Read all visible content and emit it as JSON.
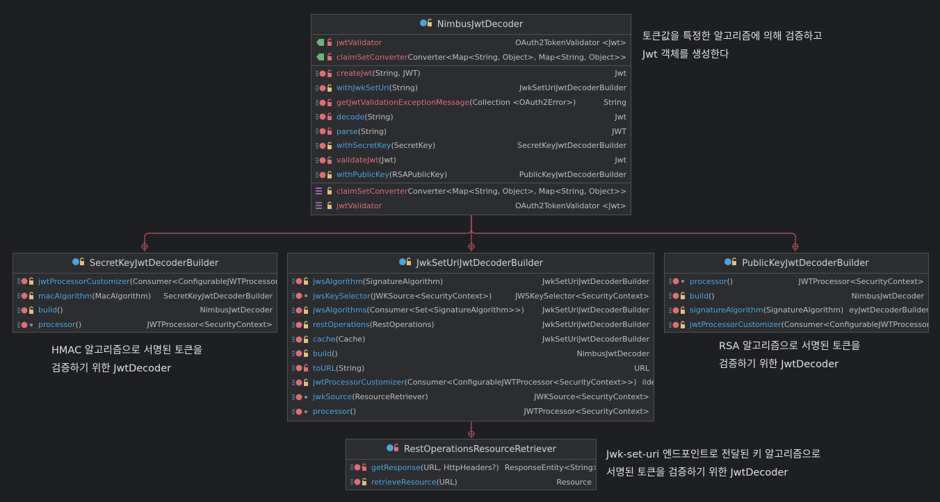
{
  "colors": {
    "background": "#1e1f22",
    "panel": "#2b2d30",
    "border": "#4e5157",
    "method": "#4aa3df",
    "field": "#e06c75",
    "connector": "#c7555f"
  },
  "classes": {
    "nimbus": {
      "title": "NimbusJwtDecoder",
      "fields": [
        {
          "name": "jwtValidator",
          "args": "",
          "type": "OAuth2TokenValidator <Jwt>"
        },
        {
          "name": "claimSetConverter",
          "args": "Converter<Map<String, Object>, Map<String, Object>>",
          "type": ""
        }
      ],
      "methods": [
        {
          "name": "createJwt",
          "args": "(String, JWT)",
          "type": "Jwt"
        },
        {
          "name": "withJwkSetUri",
          "args": "(String)",
          "type": "JwkSetUriJwtDecoderBuilder"
        },
        {
          "name": "getJwtValidationExceptionMessage",
          "args": "(Collection <OAuth2Error>)",
          "type": "String"
        },
        {
          "name": "decode",
          "args": "(String)",
          "type": "Jwt"
        },
        {
          "name": "parse",
          "args": "(String)",
          "type": "JWT"
        },
        {
          "name": "withSecretKey",
          "args": "(SecretKey)",
          "type": "SecretKeyJwtDecoderBuilder"
        },
        {
          "name": "validateJwt",
          "args": "(Jwt)",
          "type": "Jwt"
        },
        {
          "name": "withPublicKey",
          "args": "(RSAPublicKey)",
          "type": "PublicKeyJwtDecoderBuilder"
        }
      ],
      "properties": [
        {
          "name": "claimSetConverter",
          "args": "Converter<Map<String, Object>, Map<String, Object>>",
          "type": ""
        },
        {
          "name": "jwtValidator",
          "args": "",
          "type": "OAuth2TokenValidator <Jwt>"
        }
      ]
    },
    "secret": {
      "title": "SecretKeyJwtDecoderBuilder",
      "methods": [
        {
          "name": "jwtProcessorCustomizer",
          "args": "(Consumer<ConfigurableJWTProcessor",
          "type": ""
        },
        {
          "name": "macAlgorithm",
          "args": "(MacAlgorithm)",
          "type": "SecretKeyJwtDecoderBuilder"
        },
        {
          "name": "build",
          "args": "()",
          "type": "NimbusJwtDecoder"
        },
        {
          "name": "processor",
          "args": "()",
          "type": "JWTProcessor<SecurityContext>"
        }
      ]
    },
    "jwkset": {
      "title": "JwkSetUriJwtDecoderBuilder",
      "methods": [
        {
          "name": "jwsAlgorithm",
          "args": "(SignatureAlgorithm)",
          "type": "JwkSetUriJwtDecoderBuilder"
        },
        {
          "name": "jwsKeySelector",
          "args": "(JWKSource<SecurityContext>)",
          "type": "JWSKeySelector<SecurityContext>"
        },
        {
          "name": "jwsAlgorithms",
          "args": "(Consumer<Set<SignatureAlgorithm>>)",
          "type": "JwkSetUriJwtDecoderBuilder"
        },
        {
          "name": "restOperations",
          "args": "(RestOperations)",
          "type": "JwkSetUriJwtDecoderBuilder"
        },
        {
          "name": "cache",
          "args": "(Cache)",
          "type": "JwkSetUriJwtDecoderBuilder"
        },
        {
          "name": "build",
          "args": "()",
          "type": "NimbusJwtDecoder"
        },
        {
          "name": "toURL",
          "args": "(String)",
          "type": "URL"
        },
        {
          "name": "jwtProcessorCustomizer",
          "args": "(Consumer<ConfigurableJWTProcessor<SecurityContext>>)",
          "type": "ilder"
        },
        {
          "name": "jwkSource",
          "args": "(ResourceRetriever)",
          "type": "JWKSource<SecurityContext>"
        },
        {
          "name": "processor",
          "args": "()",
          "type": "JWTProcessor<SecurityContext>"
        }
      ]
    },
    "public": {
      "title": "PublicKeyJwtDecoderBuilder",
      "methods": [
        {
          "name": "processor",
          "args": "()",
          "type": "JWTProcessor<SecurityContext>"
        },
        {
          "name": "build",
          "args": "()",
          "type": "NimbusJwtDecoder"
        },
        {
          "name": "signatureAlgorithm",
          "args": "(SignatureAlgorithm)",
          "type": "eyJwtDecoderBuilder"
        },
        {
          "name": "jwtProcessorCustomizer",
          "args": "(Consumer<ConfigurableJWTProcessor",
          "type": ""
        }
      ]
    },
    "resource": {
      "title": "RestOperationsResourceRetriever",
      "methods": [
        {
          "name": "getResponse",
          "args": "(URL, HttpHeaders?)",
          "type": "ResponseEntity<String>"
        },
        {
          "name": "retrieveResource",
          "args": "(URL)",
          "type": "Resource"
        }
      ]
    }
  },
  "notes": {
    "nimbus": [
      "토큰값을 특정한 알고리즘에 의해 검증하고",
      "Jwt 객체를 생성한다"
    ],
    "secret": [
      "HMAC 알고리즘으로 서명된 토큰을",
      "검증하기 위한 JwtDecoder"
    ],
    "public": [
      "RSA 알고리즘으로 서명된 토큰을",
      "검증하기 위한 JwtDecoder"
    ],
    "jwkset": [
      "Jwk-set-uri 엔드포인트로 전달된 키 알고리즘으로",
      "서명된 토큰을 검증하기 위한 JwtDecoder"
    ]
  }
}
